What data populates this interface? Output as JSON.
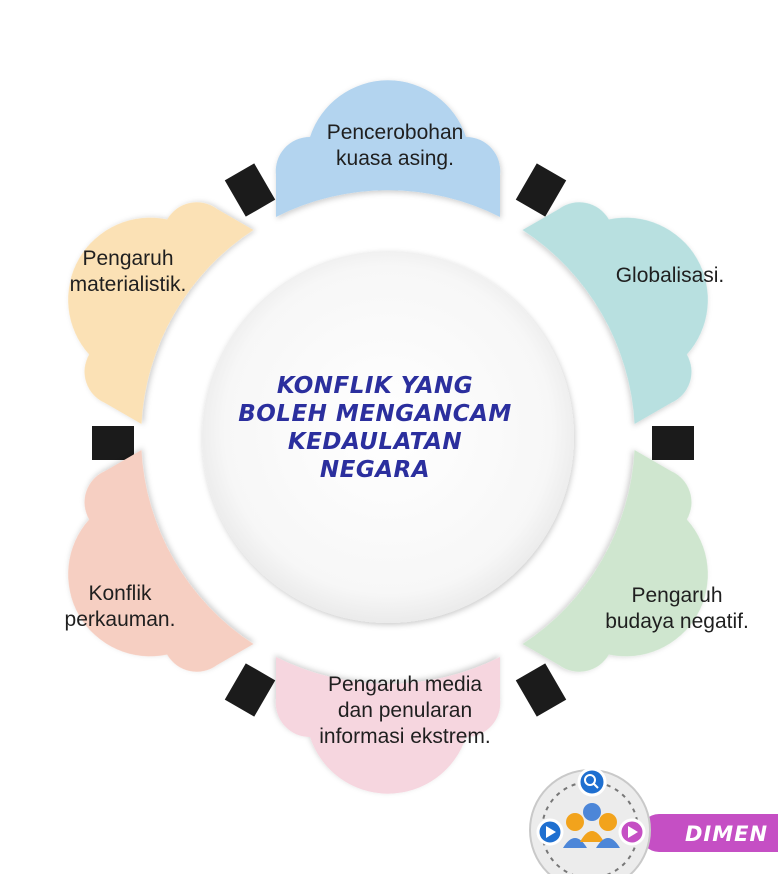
{
  "center": {
    "title": "Konflik yang boleh mengancam kedaulatan negara"
  },
  "petals": [
    {
      "id": "top",
      "text": "Pencerobohan\nkuasa asing.",
      "color": "#b3d4ef"
    },
    {
      "id": "upper-right",
      "text": "Globalisasi.",
      "color": "#b8e0e0"
    },
    {
      "id": "lower-right",
      "text": "Pengaruh\nbudaya negatif.",
      "color": "#cfe6cf"
    },
    {
      "id": "bottom",
      "text": "Pengaruh media\ndan penularan\ninformasi ekstrem.",
      "color": "#f6d6df"
    },
    {
      "id": "lower-left",
      "text": "Konflik\nperkauman.",
      "color": "#f6cfc2"
    },
    {
      "id": "upper-left",
      "text": "Pengaruh\nmaterialistik.",
      "color": "#fbe1b5"
    }
  ],
  "badge": {
    "text": "DIMEN"
  }
}
